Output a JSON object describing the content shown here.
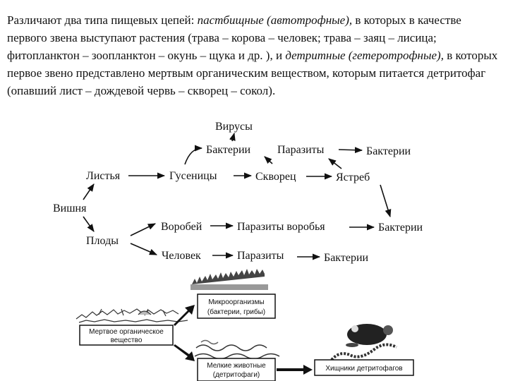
{
  "paragraph": {
    "p1": "Различают два типа пищевых цепей: ",
    "p2": "пастбищные (автотрофные),",
    "p3": " в которых в качестве первого звена выступают растения (трава – корова – человек; трава – заяц – лисица; фитопланктон – зоопланктон – окунь – щука и др. ), и ",
    "p4": "детритные (гетеротрофные),",
    "p5": " в которых первое звено представлено мертвым органическим веществом, которым питается детритофаг (опавший лист – дождевой червь – скворец – сокол)."
  },
  "grazing_chain": {
    "vishnya": "Вишня",
    "listya": "Листья",
    "plody": "Плоды",
    "gusenitsy": "Гусеницы",
    "virusy": "Вирусы",
    "bakterii": "Бактерии",
    "parazity": "Паразиты",
    "skvorets": "Скворец",
    "yastreb": "Ястреб",
    "vorobey": "Воробей",
    "parazity_vorobya": "Паразиты воробья",
    "chelovek": "Человек"
  },
  "detritus_chain": {
    "dead_matter_1": "Мертвое органическое",
    "dead_matter_2": "вещество",
    "micro_1": "Микроорганизмы",
    "micro_2": "(бактерии, грибы)",
    "animals_1": "Мелкие животные",
    "animals_2": "(детритофаги)",
    "predators": "Хищники детритофагов"
  }
}
